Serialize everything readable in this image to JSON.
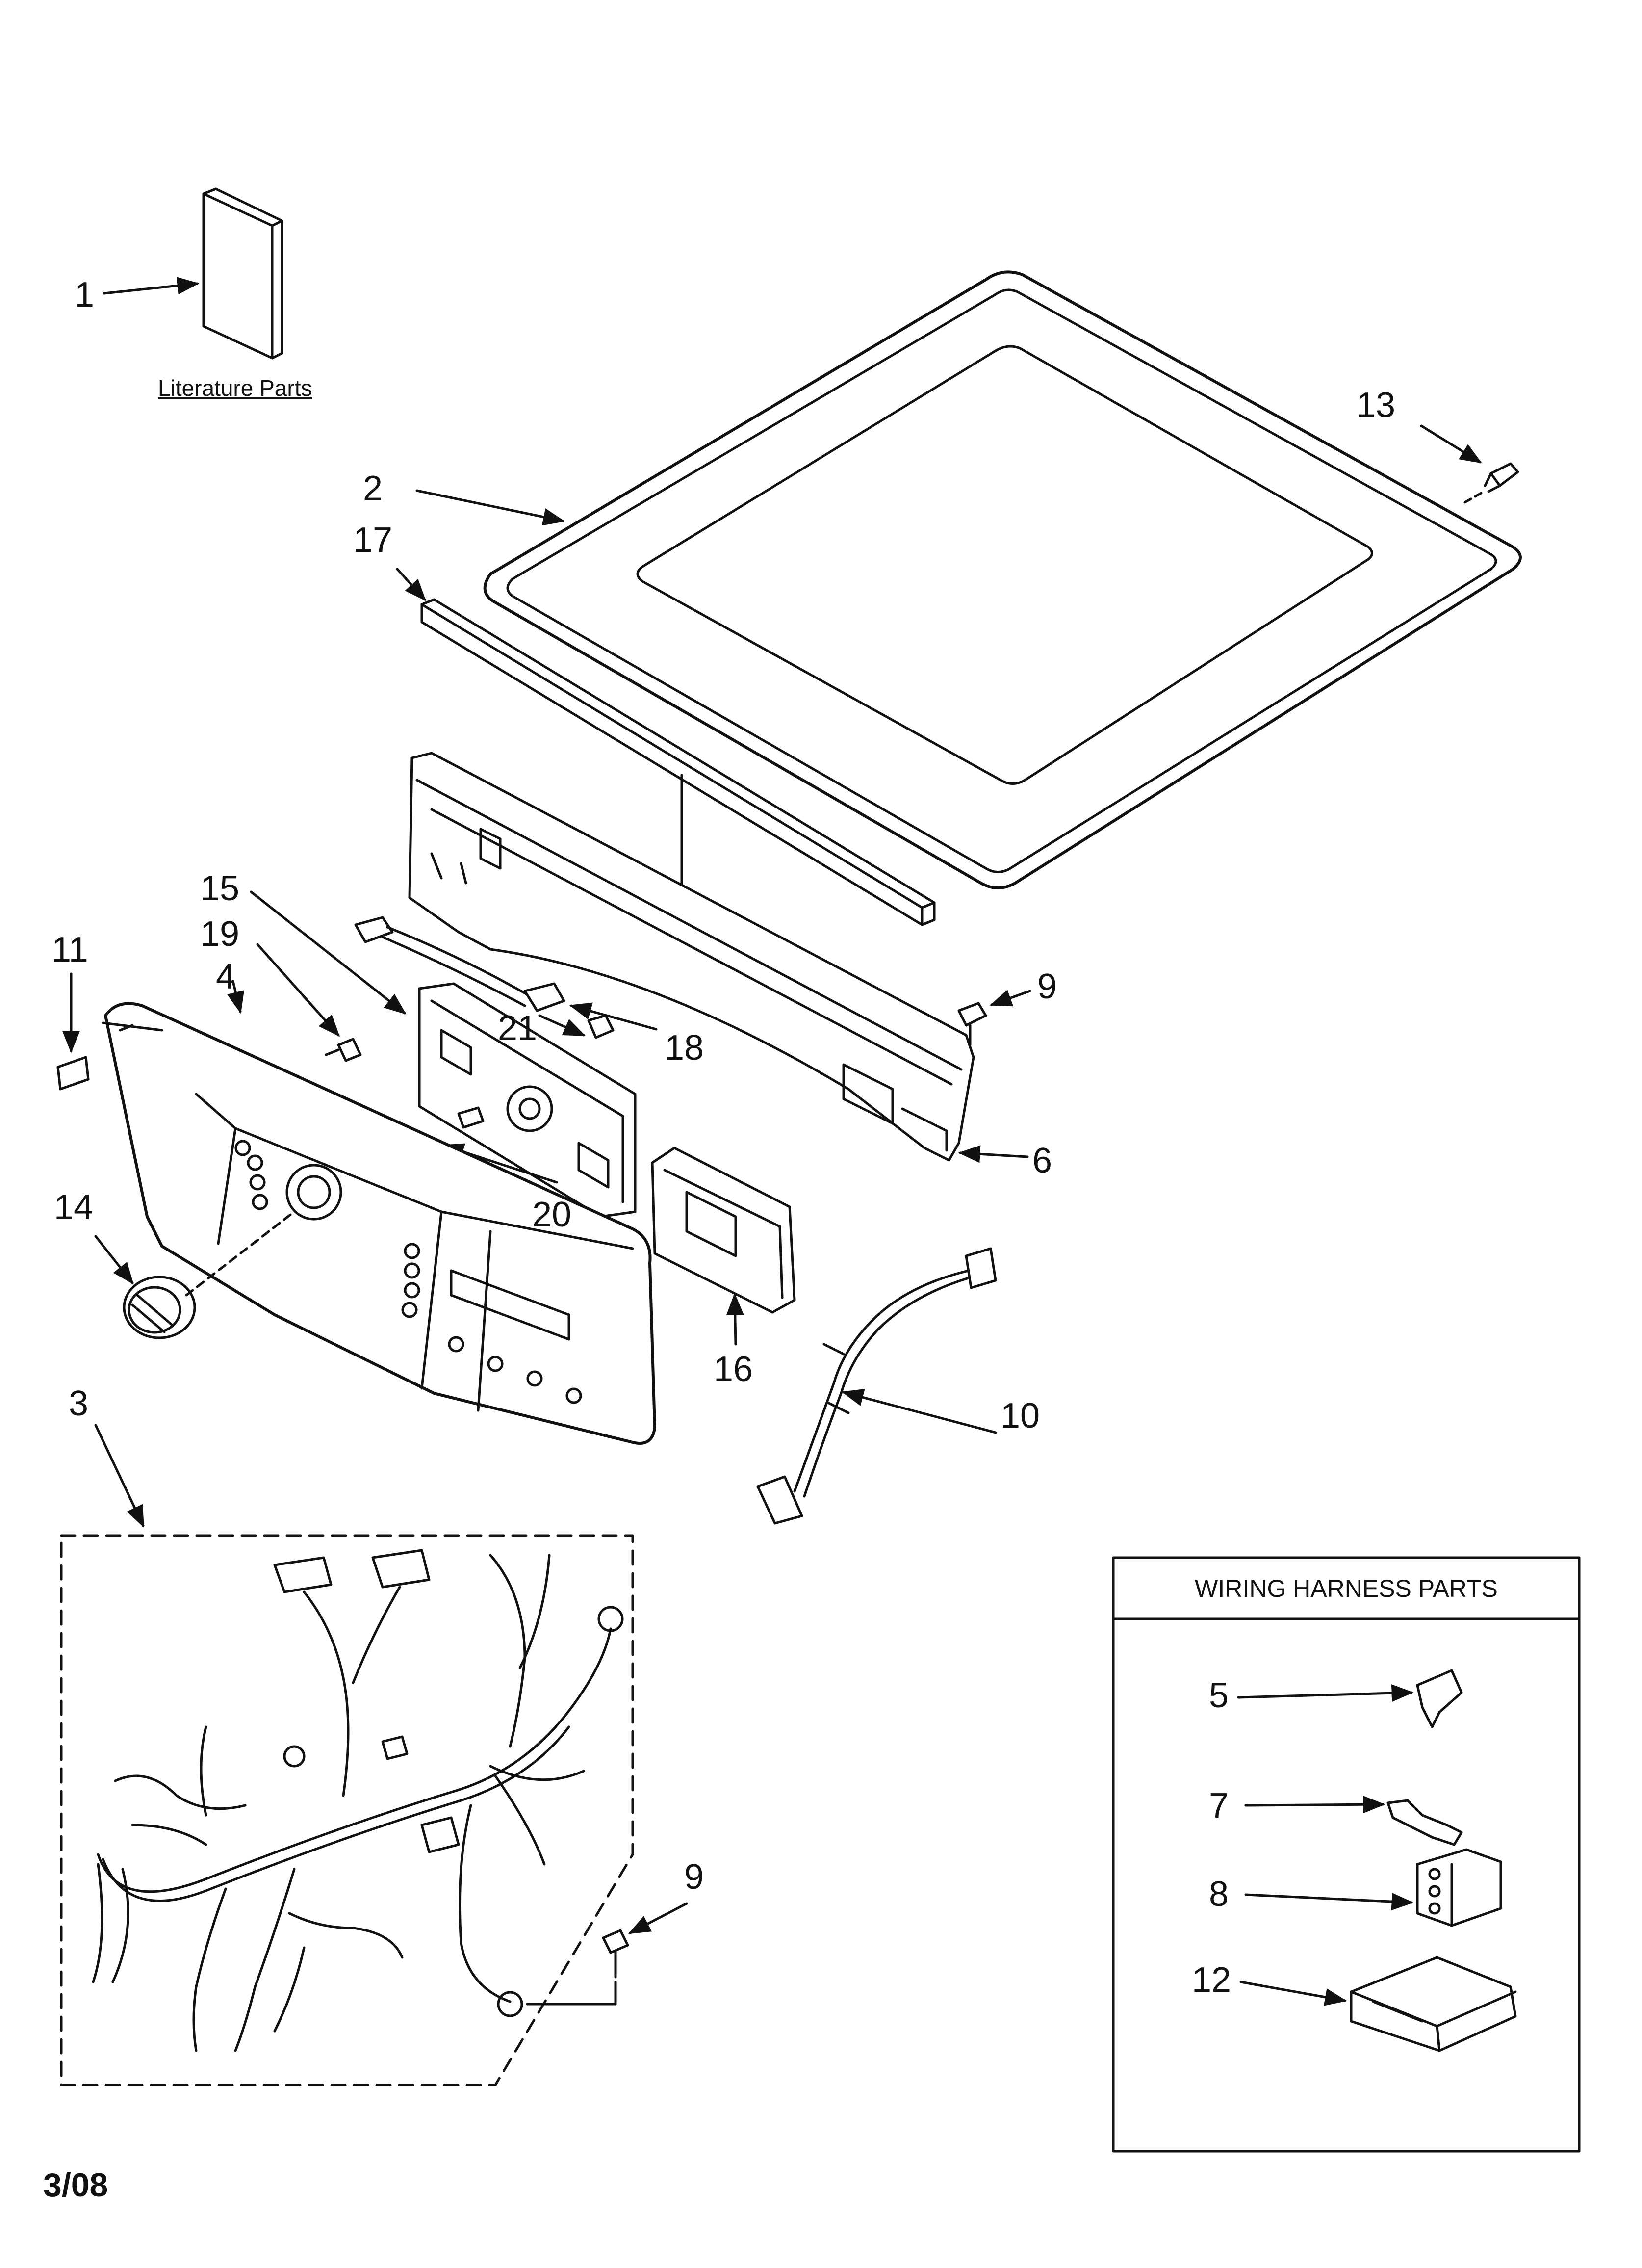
{
  "literature_label": "Literature Parts",
  "harness_box_title": "WIRING HARNESS PARTS",
  "date_code": "3/08",
  "callouts": {
    "c1": "1",
    "c2": "2",
    "c3": "3",
    "c4": "4",
    "c5": "5",
    "c6": "6",
    "c7": "7",
    "c8": "8",
    "c9a": "9",
    "c9b": "9",
    "c10": "10",
    "c11": "11",
    "c12": "12",
    "c13": "13",
    "c14": "14",
    "c15": "15",
    "c16": "16",
    "c17": "17",
    "c18": "18",
    "c19": "19",
    "c20": "20",
    "c21": "21"
  }
}
